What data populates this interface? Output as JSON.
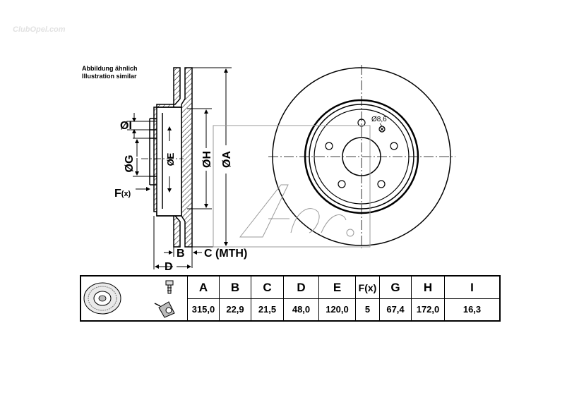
{
  "watermark": "ClubOpel.com",
  "note": {
    "line1": "Abbildung ähnlich",
    "line2": "Illustration similar"
  },
  "labels": {
    "dia_i": "ØI",
    "dia_g": "ØG",
    "dia_e": "ØE",
    "dia_h": "ØH",
    "dia_a": "ØA",
    "f_main": "F",
    "f_sub": "(x)",
    "b": "B",
    "c_mth": "C (MTH)",
    "d": "D",
    "hole": "Ø8,6"
  },
  "table": {
    "headers": [
      "A",
      "B",
      "C",
      "D",
      "E",
      "F(x)",
      "G",
      "H",
      "I"
    ],
    "values": [
      "315,0",
      "22,9",
      "21,5",
      "48,0",
      "120,0",
      "5",
      "67,4",
      "172,0",
      "16,3"
    ]
  },
  "colors": {
    "line": "#000000",
    "hatch": "#000000",
    "background": "#ffffff",
    "watermark": "#e2e2e2"
  },
  "icons": [
    "brake-disc-thumbnail-icon",
    "wheel-bolt-icon",
    "bolt-tightening-icon",
    "ate-logo-watermark"
  ]
}
